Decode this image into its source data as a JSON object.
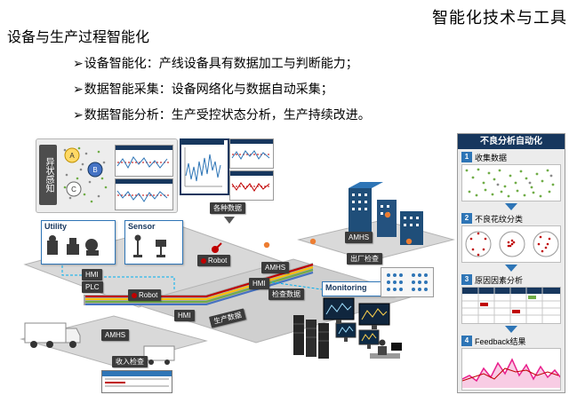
{
  "header": {
    "page_title": "智能化技术与工具",
    "slide_title": "设备与生产过程智能化",
    "bullet_marker": "➢",
    "bullets": [
      "设备智能化：产线设备具有数据加工与判断能力；",
      "数据智能采集：设备网络化与数据自动采集；",
      "数据智能分析：生产受控状态分析，生产持续改进。"
    ]
  },
  "diagram": {
    "sense_label": "异状感知",
    "cluster_tags": [
      "A",
      "B",
      "C"
    ],
    "equipment": {
      "utility": "Utility",
      "sensor": "Sensor",
      "hmi": "HMI",
      "plc": "PLC",
      "robot": "Robot",
      "amhs": "AMHS",
      "monitoring": "Monitoring"
    },
    "data_flow": {
      "various_data": "各种数据",
      "shipping_inspection": "出厂检查",
      "inspection_data": "检查数据",
      "production_data": "生产数据",
      "incoming_inspection": "收入检查"
    }
  },
  "analysis_panel": {
    "title": "不良分析自动化",
    "steps": [
      {
        "num": "1",
        "label": "收集数据"
      },
      {
        "num": "2",
        "label": "不良花纹分类"
      },
      {
        "num": "3",
        "label": "原因因素分析"
      },
      {
        "num": "4",
        "label": "Feedback结果"
      }
    ]
  },
  "colors": {
    "accent_blue": "#2e75b6",
    "panel_navy": "#17375e",
    "badge_dark": "#3b3b3b",
    "building_blue": "#1f4e79",
    "people_orange": "#ed7d31",
    "alert_red": "#c00000",
    "ok_green": "#70ad47"
  }
}
